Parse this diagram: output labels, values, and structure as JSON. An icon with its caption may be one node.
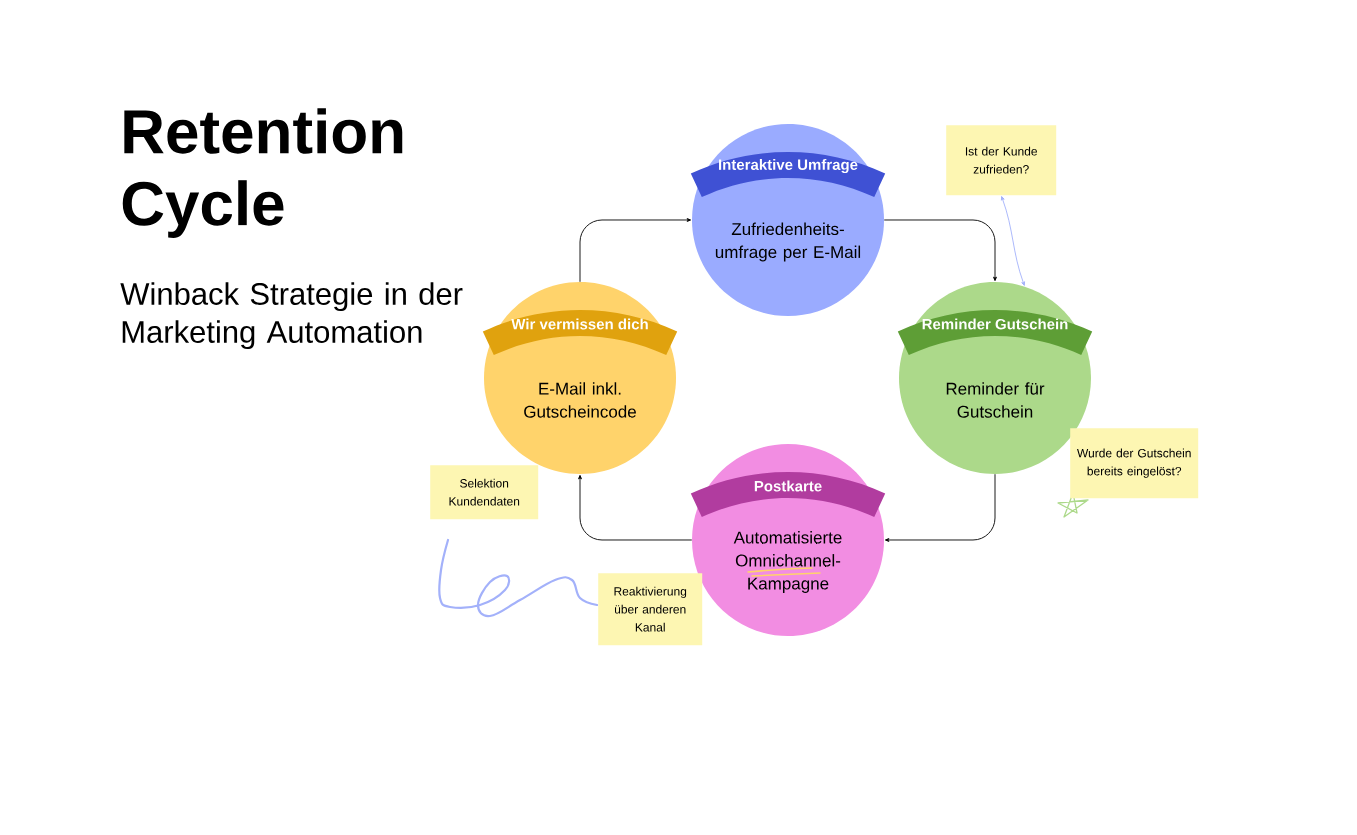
{
  "diagram": {
    "title": "Retention Cycle",
    "nodes": [
      {
        "text": [
          "Interaktive Umfrage",
          "Zufriedenheits- umfrage per E-Mail"
        ]
      },
      {
        "text": [
          "Wir vermissen dich",
          "E-Mail inkl. Gutscheincode"
        ]
      },
      {
        "text": [
          "Reminder Gutschein",
          "Reminder für Gutschein"
        ]
      },
      {
        "text": [
          "Postkarte",
          "Automatisierte Omnichannel- Kampagne"
        ]
      },
      {
        "text": [
          "Ist der Kunde zufrieden?"
        ]
      },
      {
        "text": [
          "Wurde der Gutschein bereits eingelöst?"
        ]
      },
      {
        "text": [
          "Selektion Kundendaten"
        ]
      },
      {
        "text": [
          "Reaktivierung über anderen Kanal"
        ]
      }
    ],
    "edges": [
      {
        "from": 1,
        "to": 0,
        "arrow": "to"
      },
      {
        "from": 0,
        "to": 2,
        "arrow": "to"
      },
      {
        "from": 2,
        "to": 3,
        "arrow": "to"
      },
      {
        "from": 3,
        "to": 1,
        "arrow": "to"
      },
      {
        "from": 4,
        "to": 2,
        "arrow": "both",
        "color": "#a3b1fa"
      }
    ],
    "labels": [
      "Winback Strategie in der Marketing Automation"
    ]
  }
}
